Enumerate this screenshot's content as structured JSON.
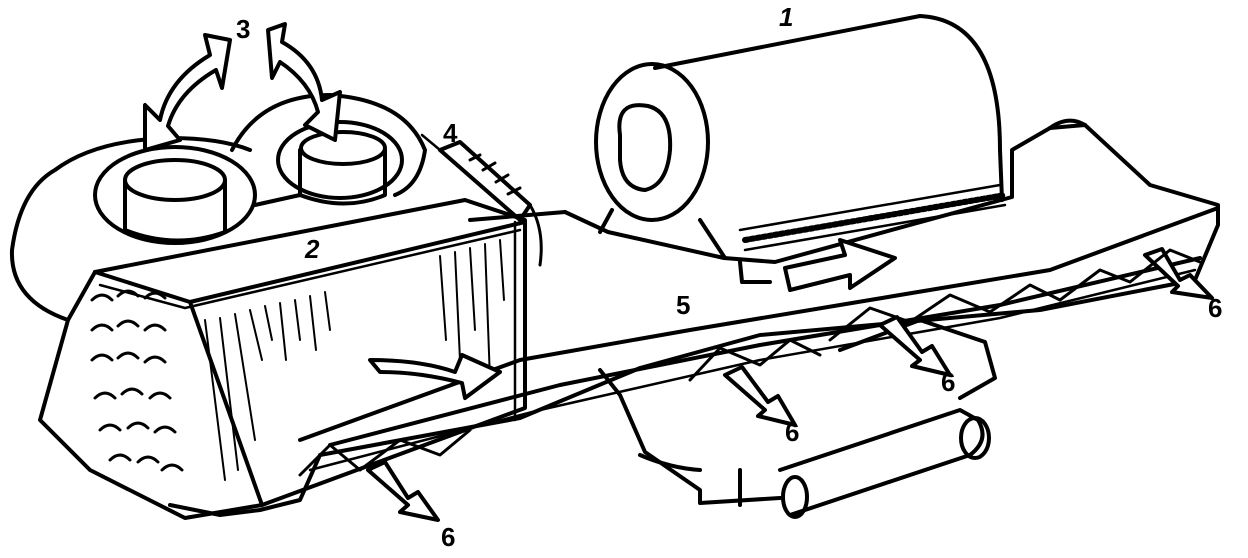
{
  "callouts": {
    "blower": "1",
    "core": "2",
    "inflow": "3",
    "tube": "4",
    "duct": "5",
    "outflow": "6"
  },
  "colors": {
    "ink": "#000000",
    "paper": "#ffffff"
  }
}
